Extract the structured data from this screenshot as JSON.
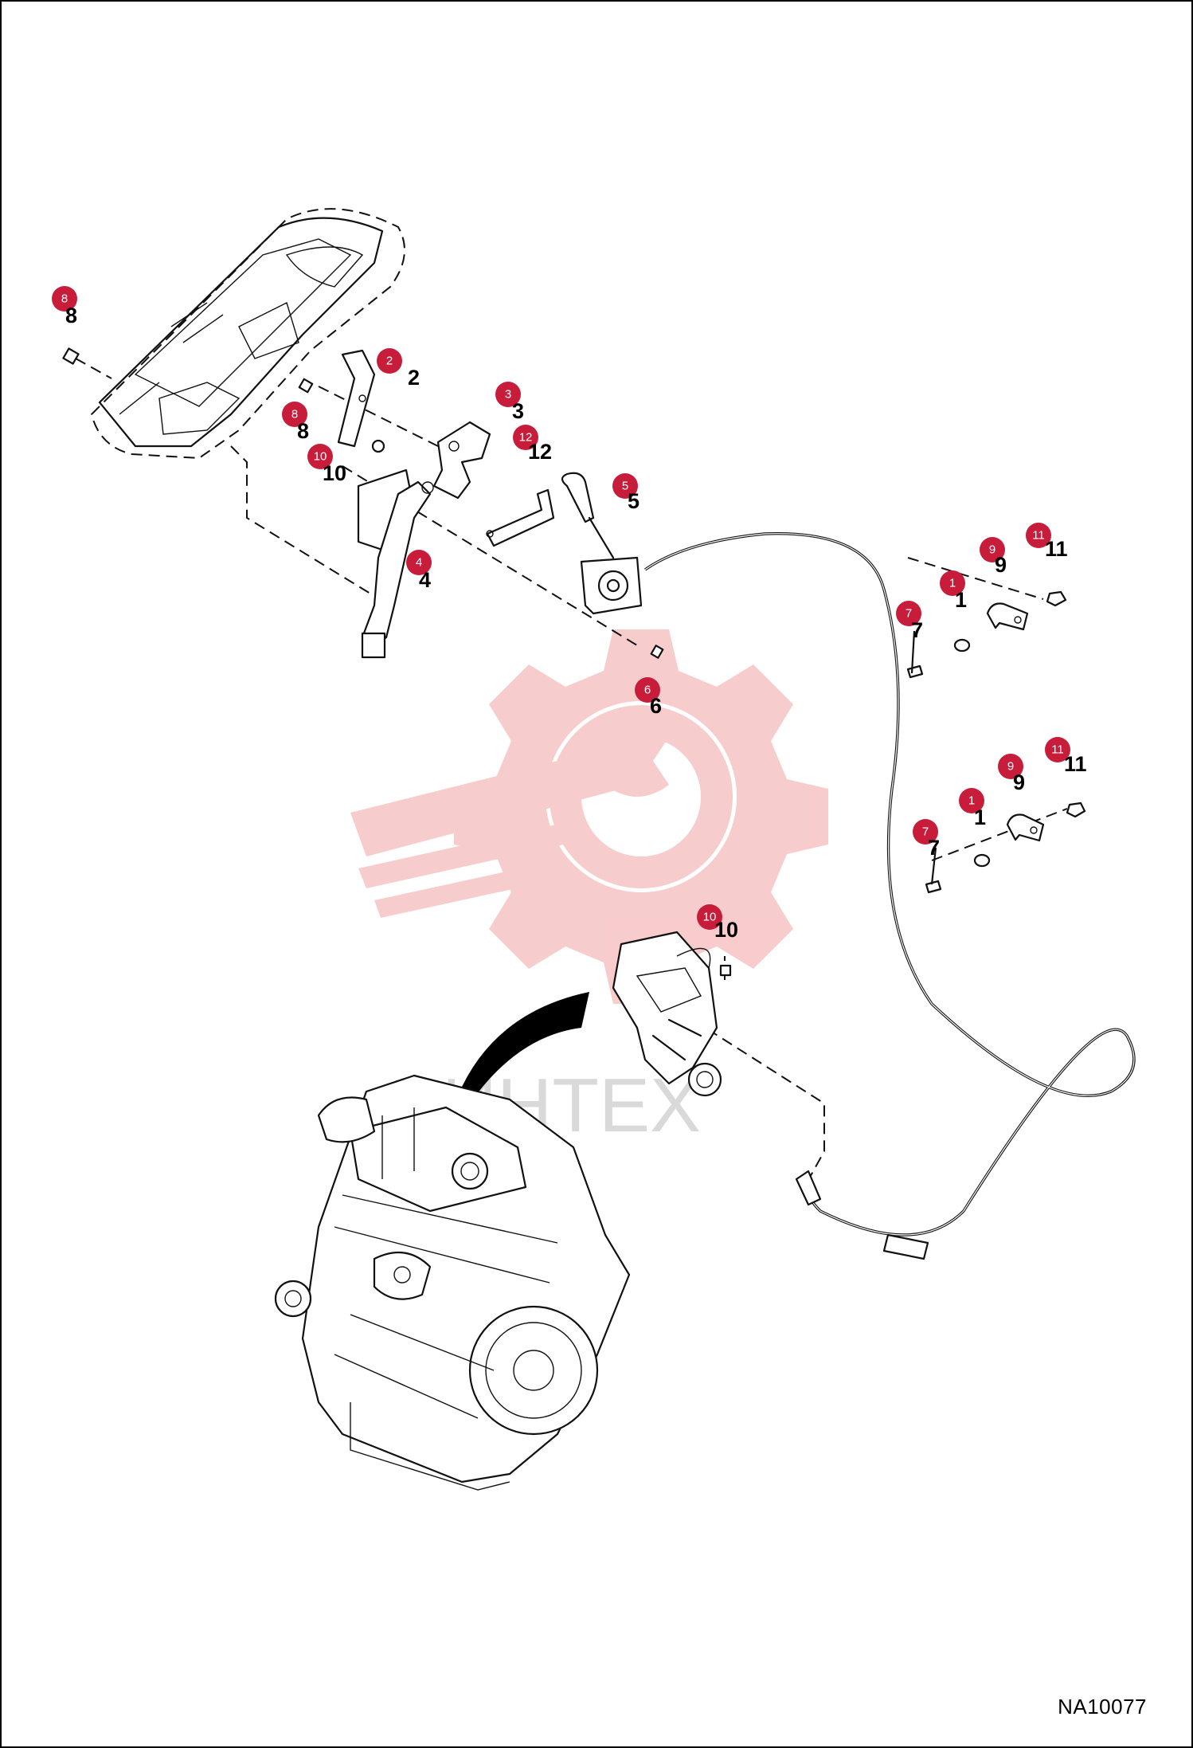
{
  "drawing_id": "NA10077",
  "watermark": {
    "text": "ИНТЕХ",
    "color": "#f6c0c0"
  },
  "callout_color": "#c81d3a",
  "callouts": [
    {
      "label": "8",
      "number": "8"
    },
    {
      "label": "2",
      "number": "2"
    },
    {
      "label": "3",
      "number": "3"
    },
    {
      "label": "8",
      "number": "8"
    },
    {
      "label": "10",
      "number": "10"
    },
    {
      "label": "12",
      "number": "12"
    },
    {
      "label": "5",
      "number": "5"
    },
    {
      "label": "4",
      "number": "4"
    },
    {
      "label": "6",
      "number": "6"
    },
    {
      "label": "7",
      "number": "7"
    },
    {
      "label": "1",
      "number": "1"
    },
    {
      "label": "9",
      "number": "9"
    },
    {
      "label": "11",
      "number": "11"
    },
    {
      "label": "7",
      "number": "7"
    },
    {
      "label": "1",
      "number": "1"
    },
    {
      "label": "9",
      "number": "9"
    },
    {
      "label": "11",
      "number": "11"
    },
    {
      "label": "10",
      "number": "10"
    }
  ]
}
